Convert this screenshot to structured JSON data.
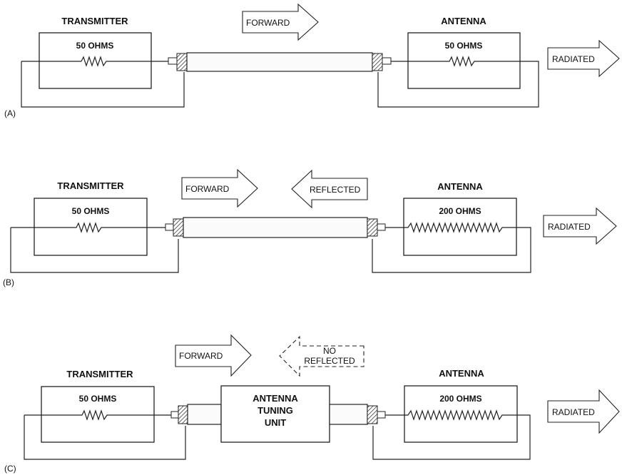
{
  "panels": {
    "a": {
      "tag": "(A)",
      "transmitter": {
        "title": "TRANSMITTER",
        "impedance": "50 OHMS"
      },
      "antenna": {
        "title": "ANTENNA",
        "impedance": "50 OHMS"
      },
      "forward": "FORWARD",
      "radiated": "RADIATED"
    },
    "b": {
      "tag": "(B)",
      "transmitter": {
        "title": "TRANSMITTER",
        "impedance": "50 OHMS"
      },
      "antenna": {
        "title": "ANTENNA",
        "impedance": "200 OHMS"
      },
      "forward": "FORWARD",
      "reflected": "REFLECTED",
      "radiated": "RADIATED"
    },
    "c": {
      "tag": "(C)",
      "transmitter": {
        "title": "TRANSMITTER",
        "impedance": "50 OHMS"
      },
      "antenna": {
        "title": "ANTENNA",
        "impedance": "200 OHMS"
      },
      "forward": "FORWARD",
      "no_reflected_1": "NO",
      "no_reflected_2": "REFLECTED",
      "tuner_1": "ANTENNA",
      "tuner_2": "TUNING",
      "tuner_3": "UNIT",
      "radiated": "RADIATED"
    }
  }
}
